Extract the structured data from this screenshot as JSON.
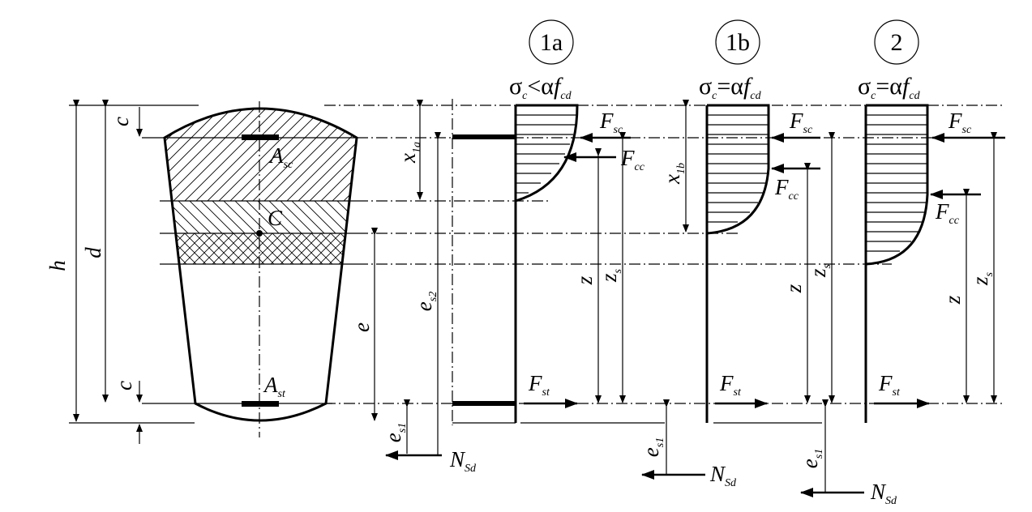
{
  "cases": {
    "c1a": {
      "label": "1a",
      "stress_main": "σ",
      "stress_sub": "c",
      "relation": "<α",
      "f": "f",
      "f_sub": "cd"
    },
    "c1b": {
      "label": "1b",
      "stress_main": "σ",
      "stress_sub": "c",
      "relation": "=α",
      "f": "f",
      "f_sub": "cd"
    },
    "c2": {
      "label": "2",
      "stress_main": "σ",
      "stress_sub": "c",
      "relation": "=α",
      "f": "f",
      "f_sub": "cd"
    }
  },
  "section": {
    "h": "h",
    "d": "d",
    "c": "c",
    "C": "C",
    "e": "e",
    "A": "A",
    "sc": "sc",
    "st": "st"
  },
  "forces": {
    "F": "F",
    "sc": "sc",
    "cc": "cc",
    "st": "st",
    "N": "N",
    "Sd": "Sd"
  },
  "dims": {
    "x": "x",
    "x1a": "1a",
    "x1b": "1b",
    "z": "z",
    "zs": "z",
    "s": "s",
    "e": "e",
    "s1": "s1",
    "s2": "s2"
  }
}
